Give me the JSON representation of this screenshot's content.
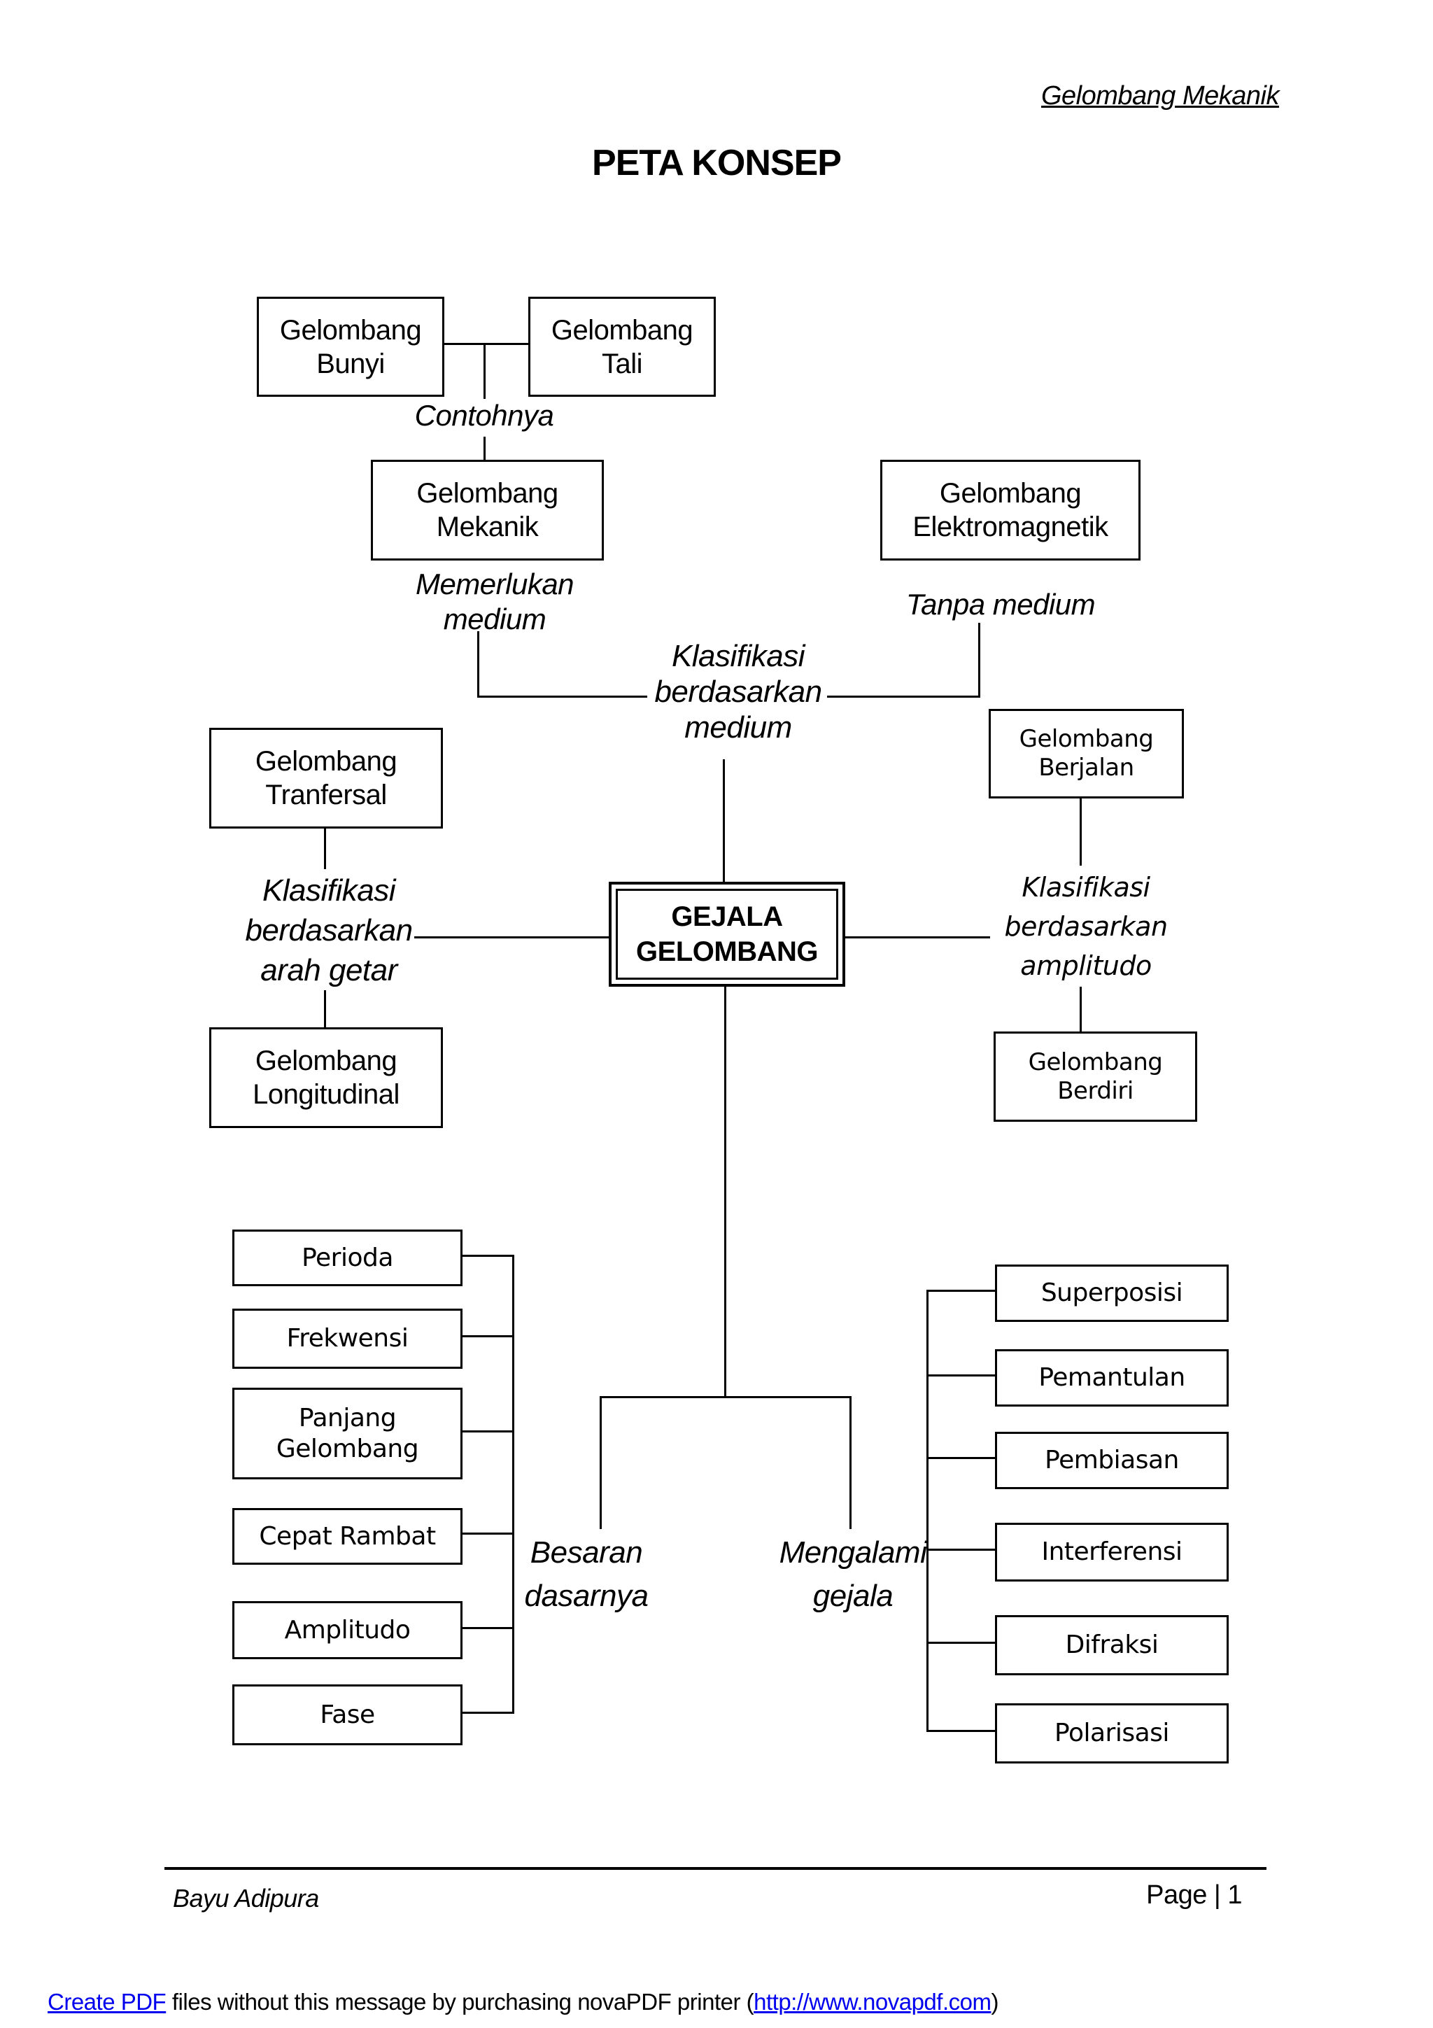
{
  "header": {
    "doc_title": "Gelombang Mekanik"
  },
  "title": "PETA KONSEP",
  "nodes": {
    "bunyi": {
      "l1": "Gelombang",
      "l2": "Bunyi"
    },
    "tali": {
      "l1": "Gelombang",
      "l2": "Tali"
    },
    "mekanik": {
      "l1": "Gelombang",
      "l2": "Mekanik"
    },
    "elektromagnetik": {
      "l1": "Gelombang",
      "l2": "Elektromagnetik"
    },
    "tranfersal": {
      "l1": "Gelombang",
      "l2": "Tranfersal"
    },
    "longitudinal": {
      "l1": "Gelombang",
      "l2": "Longitudinal"
    },
    "berjalan": {
      "l1": "Gelombang",
      "l2": "Berjalan"
    },
    "berdiri": {
      "l1": "Gelombang",
      "l2": "Berdiri"
    },
    "gejala": {
      "l1": "GEJALA",
      "l2": "GELOMBANG"
    }
  },
  "labels": {
    "contohnya": "Contohnya",
    "memerlukan": {
      "l1": "Memerlukan",
      "l2": "medium"
    },
    "tanpa": "Tanpa medium",
    "klasifikasi_medium": {
      "l1": "Klasifikasi",
      "l2": "berdasarkan",
      "l3": "medium"
    },
    "klasifikasi_arah": {
      "l1": "Klasifikasi",
      "l2": "berdasarkan",
      "l3": "arah getar"
    },
    "klasifikasi_amplitudo": {
      "l1": "Klasifikasi",
      "l2": "berdasarkan",
      "l3": "amplitudo"
    },
    "besaran": {
      "l1": "Besaran",
      "l2": "dasarnya"
    },
    "mengalami": {
      "l1": "Mengalami",
      "l2": "gejala"
    }
  },
  "besaran_items": [
    {
      "l1": "Perioda"
    },
    {
      "l1": "Frekwensi"
    },
    {
      "l1": "Panjang",
      "l2": "Gelombang"
    },
    {
      "l1": "Cepat Rambat"
    },
    {
      "l1": "Amplitudo"
    },
    {
      "l1": "Fase"
    }
  ],
  "gejala_items": [
    "Superposisi",
    "Pemantulan",
    "Pembiasan",
    "Interferensi",
    "Difraksi",
    "Polarisasi"
  ],
  "footer": {
    "author": "Bayu Adipura",
    "page_label": "Page | 1"
  },
  "watermark": {
    "link1": "Create PDF",
    "text1": " files without this message by purchasing novaPDF printer (",
    "link2": "http://www.novapdf.com",
    "text2": ")",
    "link_color": "#0000EE"
  }
}
